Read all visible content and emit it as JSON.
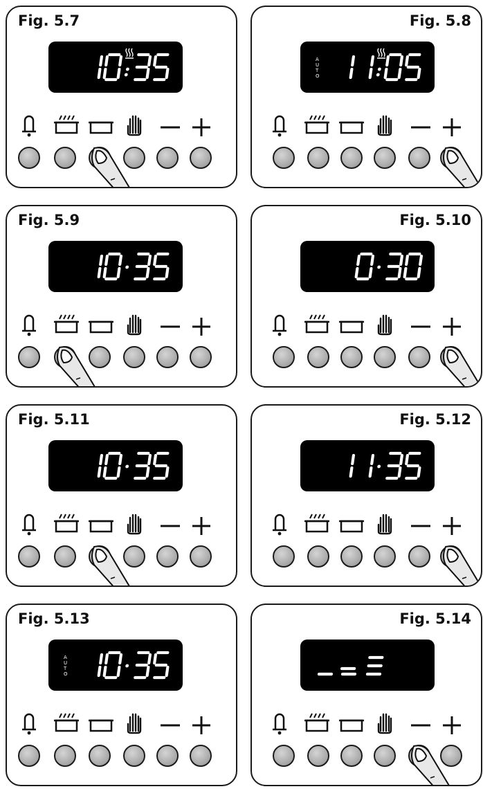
{
  "figures": [
    {
      "label": "Fig. 5.7",
      "display": "10:35",
      "auto": false,
      "heat": true,
      "pressed": "cook-duration"
    },
    {
      "label": "Fig. 5.8",
      "display": "11:05",
      "auto": true,
      "heat": true,
      "pressed": "plus"
    },
    {
      "label": "Fig. 5.9",
      "display": "10·35",
      "auto": false,
      "heat": false,
      "pressed": "end-of-cooking"
    },
    {
      "label": "Fig. 5.10",
      "display": "0·30",
      "auto": false,
      "heat": false,
      "pressed": "plus"
    },
    {
      "label": "Fig. 5.11",
      "display": "10·35",
      "auto": false,
      "heat": false,
      "pressed": "cook-duration"
    },
    {
      "label": "Fig. 5.12",
      "display": "11·35",
      "auto": false,
      "heat": false,
      "pressed": "plus"
    },
    {
      "label": "Fig. 5.13",
      "display": "10·35",
      "auto": true,
      "heat": false,
      "pressed": null
    },
    {
      "label": "Fig. 5.14",
      "display": "_ = ≡",
      "auto": false,
      "heat": false,
      "pressed": "minus"
    }
  ],
  "display_auto_text": "AUTO",
  "buttons": [
    "timer",
    "end-of-cooking",
    "cook-duration",
    "manual",
    "minus",
    "plus"
  ],
  "colors": {
    "display_bg": "#000000",
    "segment": "#ffffff",
    "button_fill": "#b0b0b0",
    "outline": "#1a1a1a"
  }
}
